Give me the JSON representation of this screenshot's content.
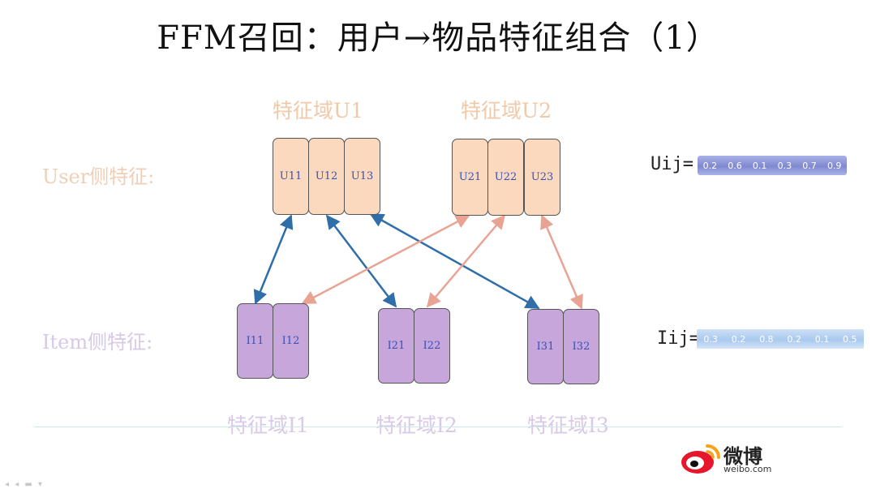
{
  "title": "FFM召回：用户→物品特征组合（1）",
  "user_domains": {
    "u1_label": "特征域U1",
    "u2_label": "特征域U2"
  },
  "item_domains": {
    "i1_label": "特征域I1",
    "i2_label": "特征域I2",
    "i3_label": "特征域I3"
  },
  "side_labels": {
    "user": "User侧特征:",
    "item": "Item侧特征:"
  },
  "user_features": [
    "U11",
    "U12",
    "U13",
    "U21",
    "U22",
    "U23"
  ],
  "item_features": [
    "I11",
    "I12",
    "I21",
    "I22",
    "I31",
    "I32"
  ],
  "uij": {
    "label": "Uij=",
    "values": [
      "0.2",
      "0.6",
      "0.1",
      "0.3",
      "0.7",
      "0.9"
    ]
  },
  "iij": {
    "label": "Iij=",
    "values": [
      "0.3",
      "0.2",
      "0.8",
      "0.2",
      "0.1",
      "0.5"
    ]
  },
  "arrow_colors": {
    "blue": "#2f6ea8",
    "salmon": "#e8a393"
  },
  "logo": {
    "name": "微博",
    "sub": "weibo.com"
  }
}
